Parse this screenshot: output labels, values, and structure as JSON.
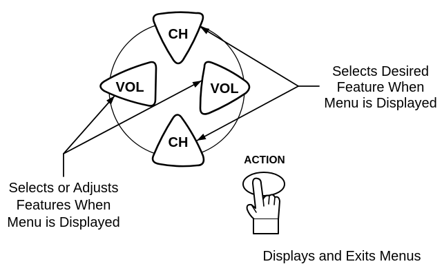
{
  "remote": {
    "ch_up_label": "CH",
    "ch_down_label": "CH",
    "vol_left_label": "VOL",
    "vol_right_label": "VOL"
  },
  "callouts": {
    "ch_feature": [
      "Selects Desired",
      "Feature When",
      "Menu is Displayed"
    ],
    "vol_adjust": [
      "Selects or Adjusts",
      "Features When",
      "Menu is Displayed"
    ]
  },
  "action_button": {
    "label": "ACTION",
    "caption": "Displays and Exits Menus",
    "icon": "pointing-hand-icon"
  },
  "colors": {
    "ink": "#000000",
    "paper": "#ffffff"
  }
}
